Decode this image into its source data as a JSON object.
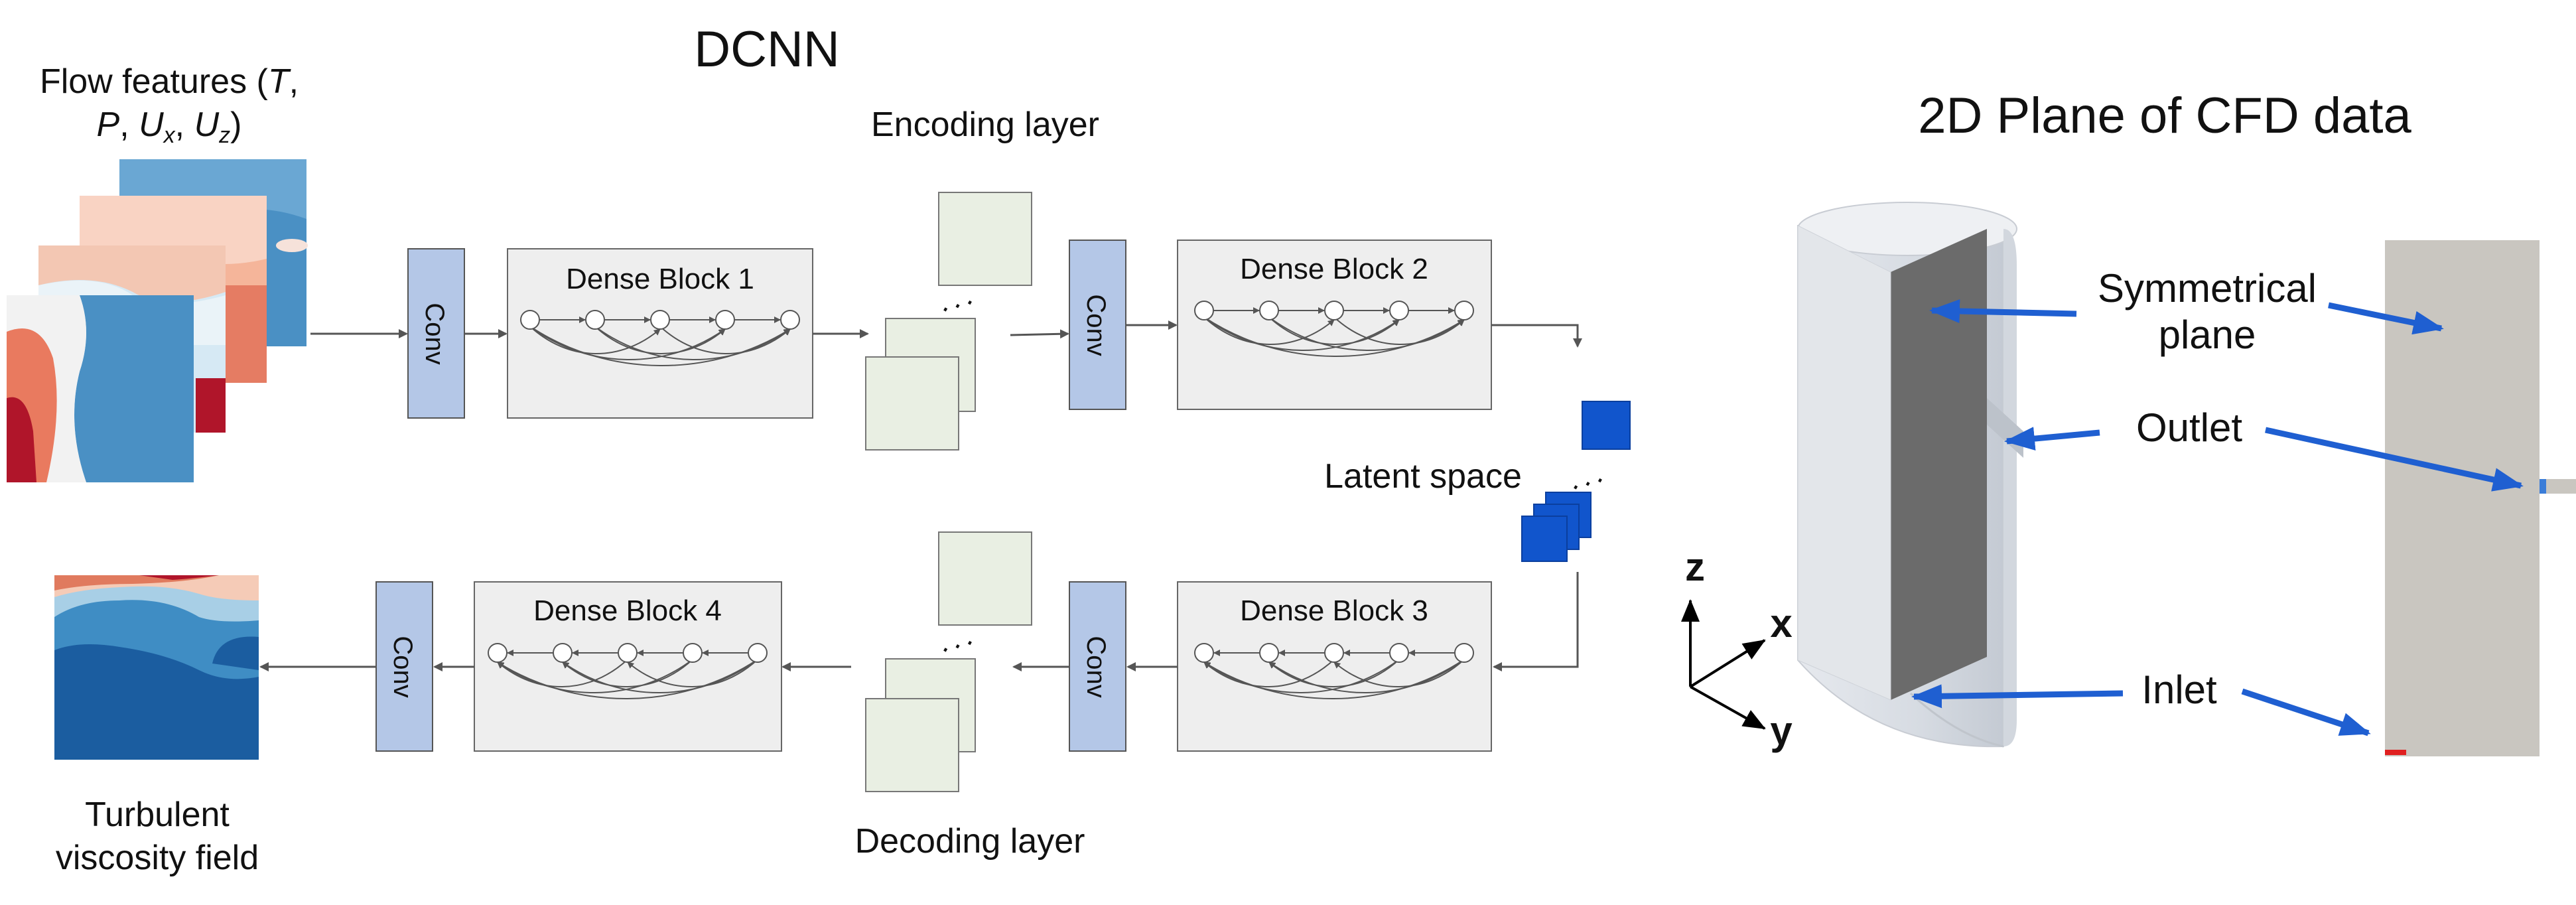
{
  "title": "DCNN",
  "inputs": {
    "flow_features_line1": "Flow features (",
    "T": "T",
    "sep1": ",",
    "P": "P",
    "sep2": ", ",
    "U": "U",
    "x_sub": "x",
    "sep3": ", ",
    "z_sub": "z",
    "close": ")"
  },
  "encoder": {
    "conv1": "Conv",
    "dense1": "Dense Block 1",
    "encoding_label": "Encoding layer",
    "conv2": "Conv",
    "dense2": "Dense Block 2"
  },
  "latent": {
    "label": "Latent space"
  },
  "decoder": {
    "dense3": "Dense Block 3",
    "conv3": "Conv",
    "decoding_label": "Decoding layer",
    "dense4": "Dense Block 4",
    "conv4": "Conv"
  },
  "output": {
    "line1": "Turbulent",
    "line2": "viscosity field"
  },
  "cfd": {
    "title": "2D Plane of CFD data",
    "symmetrical1": "Symmetrical",
    "symmetrical2": "plane",
    "outlet": "Outlet",
    "inlet": "Inlet",
    "axis_z": "z",
    "axis_x": "x",
    "axis_y": "y"
  },
  "colors": {
    "conv_fill": "#b4c7e7",
    "block_fill": "#eeeeee",
    "feature_fill": "#e9efe3",
    "latent_blue": "#1155cc",
    "arrow_blue": "#1f5fd1",
    "plane_gray": "#c9c6c0",
    "inlet_red": "#e02020"
  }
}
